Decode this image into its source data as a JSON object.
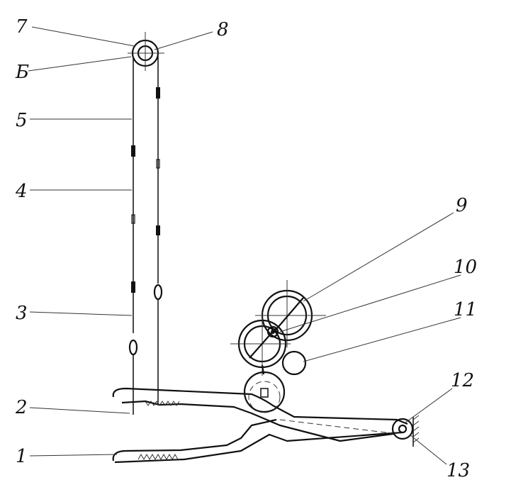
{
  "diagram": {
    "labels": {
      "l1": "1",
      "l2": "2",
      "l3": "3",
      "l4": "4",
      "l5": "5",
      "l6": "Б",
      "l7": "7",
      "l8": "8",
      "l9": "9",
      "l10": "10",
      "l11": "11",
      "l12": "12",
      "l13": "13"
    }
  }
}
